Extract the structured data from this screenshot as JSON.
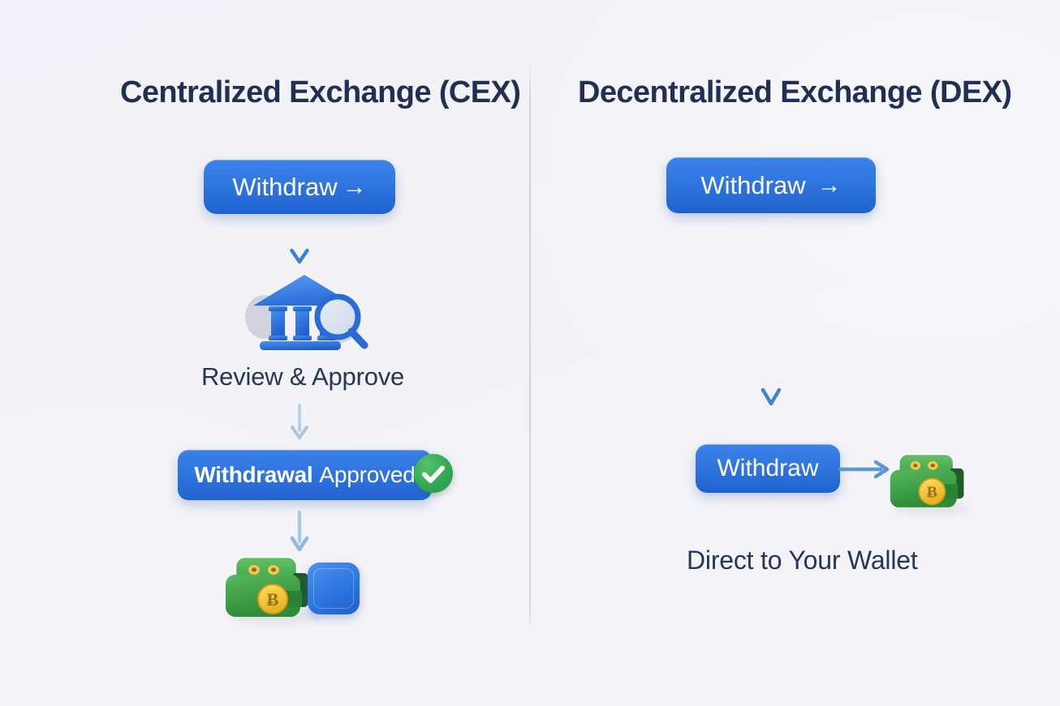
{
  "background": {
    "base_color": "#f2f2f7",
    "divider_color": "#ceced a"
  },
  "colors": {
    "title": "#1f3054",
    "button_blue": "#2f76e0",
    "button_blue_dark": "#1f62cf",
    "arrow_blue": "#4a90d9",
    "arrow_blue_faded": "#9dc2e8",
    "success_green": "#33a853",
    "wallet_green": "#2f9e3f",
    "coin_gold": "#f0c53c",
    "label_text": "#26355a"
  },
  "columns": [
    {
      "id": "cex",
      "title": "Centralized Exchange (CEX)",
      "steps": [
        {
          "type": "button",
          "label": "Withdraw",
          "arrow_glyph": "→"
        },
        {
          "type": "arrow",
          "direction": "down",
          "style": "solid"
        },
        {
          "type": "icon",
          "icon_name": "bank-magnifier-icon",
          "label": "Review & Approve"
        },
        {
          "type": "arrow",
          "direction": "down",
          "style": "faded"
        },
        {
          "type": "badge",
          "label_strong": "Withdrawal",
          "label_light": "Approved",
          "status_icon": "check-circle-icon"
        },
        {
          "type": "arrow",
          "direction": "down",
          "style": "faded"
        },
        {
          "type": "icons",
          "icon_names": [
            "wallet-bitcoin-icon",
            "blue-app-square-icon"
          ]
        }
      ]
    },
    {
      "id": "dex",
      "title": "Decentralized Exchange (DEX)",
      "steps": [
        {
          "type": "button",
          "label": "Withdraw",
          "arrow_glyph": "→"
        },
        {
          "type": "arrow",
          "direction": "down",
          "style": "long"
        },
        {
          "type": "button",
          "label": "Withdraw"
        },
        {
          "type": "arrow",
          "direction": "right",
          "style": "solid"
        },
        {
          "type": "icon",
          "icon_name": "wallet-bitcoin-icon"
        },
        {
          "type": "label",
          "label": "Direct to Your Wallet"
        }
      ]
    }
  ],
  "cex": {
    "title": "Centralized Exchange (CEX)",
    "withdraw_button": {
      "label": "Withdraw",
      "arrow": "→"
    },
    "review_label": "Review & Approve",
    "approved_badge": {
      "strong": "Withdrawal",
      "light": "Approved"
    }
  },
  "dex": {
    "title": "Decentralized Exchange (DEX)",
    "withdraw_button": {
      "label": "Withdraw",
      "arrow": "→"
    },
    "withdraw_button_2": {
      "label": "Withdraw"
    },
    "direct_label": "Direct to Your Wallet"
  }
}
